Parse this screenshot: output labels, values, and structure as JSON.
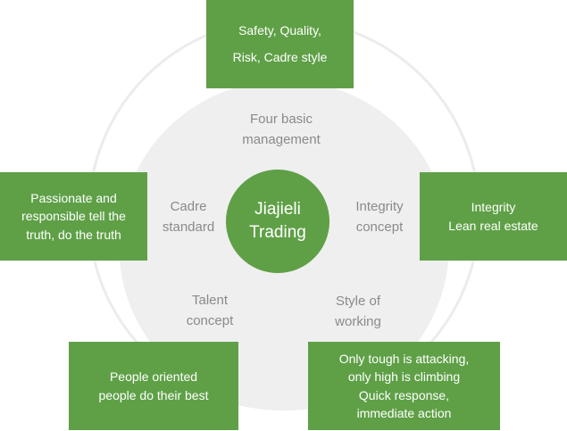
{
  "center": {
    "lines": [
      "Jiajieli",
      "Trading"
    ]
  },
  "labels": {
    "top": [
      "Four basic",
      "management"
    ],
    "left": [
      "Cadre",
      "standard"
    ],
    "right": [
      "Integrity",
      "concept"
    ],
    "bottom_left": [
      "Talent",
      "concept"
    ],
    "bottom_right": [
      "Style of",
      "working"
    ]
  },
  "boxes": {
    "top": [
      "Safety, Quality,",
      "Risk, Cadre style"
    ],
    "left": [
      "Passionate and",
      "responsible tell the",
      "truth, do the truth"
    ],
    "right": [
      "Integrity",
      "Lean real estate"
    ],
    "bottom_left": [
      "People oriented",
      "people do their best"
    ],
    "bottom_right": [
      "Only tough is attacking,",
      "only high is climbing",
      "Quick response,",
      "immediate action"
    ]
  },
  "colors": {
    "green": "#5fa047",
    "ring": "#ececec",
    "disc": "#efefef",
    "label": "#8a8a8a"
  }
}
